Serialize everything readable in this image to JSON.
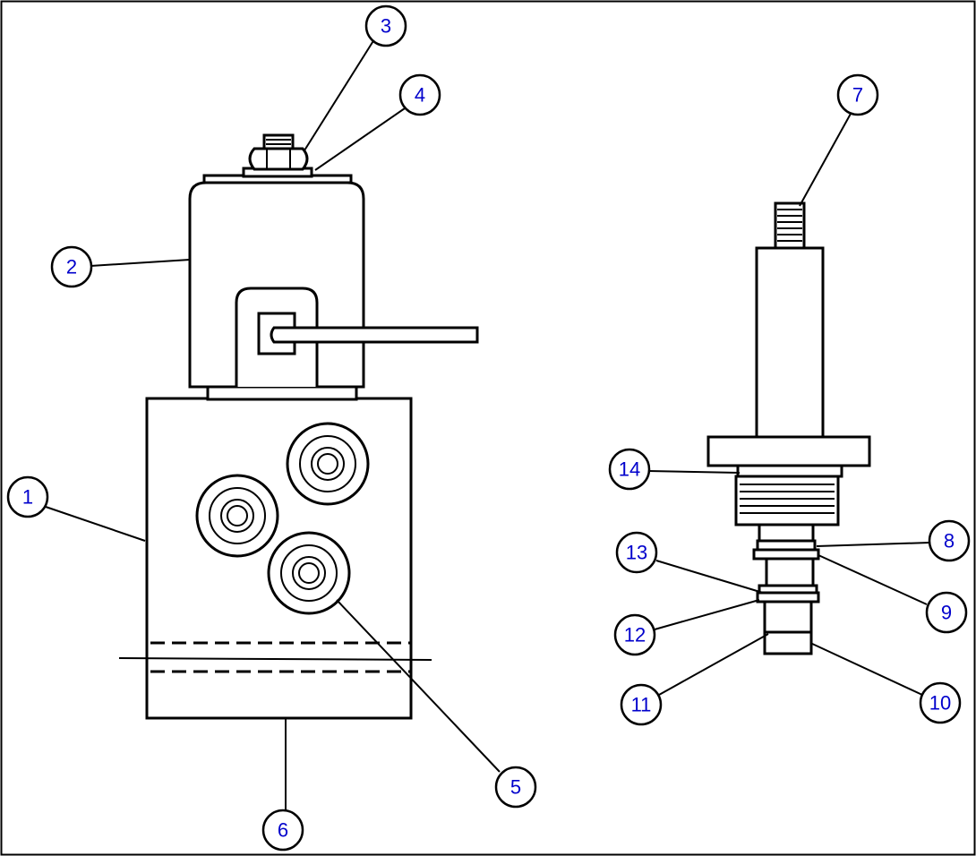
{
  "callouts": {
    "c1": "1",
    "c2": "2",
    "c3": "3",
    "c4": "4",
    "c5": "5",
    "c6": "6",
    "c7": "7",
    "c8": "8",
    "c9": "9",
    "c10": "10",
    "c11": "11",
    "c12": "12",
    "c13": "13",
    "c14": "14"
  },
  "colors": {
    "callout_text": "#0000cc",
    "line": "#000000",
    "background": "#ffffff"
  }
}
